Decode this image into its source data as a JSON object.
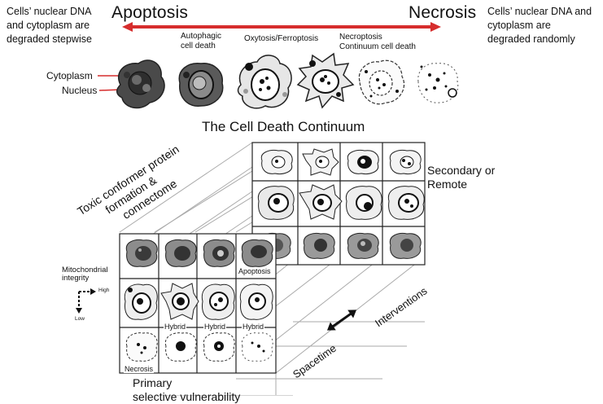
{
  "header": {
    "left_note": [
      "Cells’ nuclear DNA",
      "and cytoplasm are",
      "degraded stepwise"
    ],
    "right_note": [
      "Cells’ nuclear DNA and",
      "cytoplasm are",
      "degraded randomly"
    ],
    "apoptosis": "Apoptosis",
    "necrosis": "Necrosis"
  },
  "stages": {
    "autophagic": [
      "Autophagic",
      "cell death"
    ],
    "oxytosis": "Oxytosis/Ferroptosis",
    "necroptosis": [
      "Necroptosis",
      "Continuum cell death"
    ]
  },
  "cell_labels": {
    "cytoplasm": "Cytoplasm",
    "nucleus": "Nucleus"
  },
  "title": "The Cell Death Continuum",
  "axes": {
    "toxic": [
      "Toxic conformer protein",
      "formation &",
      "connectome"
    ],
    "secondary": [
      "Secondary or",
      "Remote"
    ],
    "primary": [
      "Primary",
      "selective vulnerability"
    ],
    "spacetime": "Spacetime",
    "interventions": "Interventions",
    "mito": [
      "Mitochondrial",
      "integrity"
    ],
    "high": "High",
    "low": "Low"
  },
  "grid_labels": {
    "apoptosis": "Apoptosis",
    "hybrid": "Hybrid",
    "necrosis": "Necrosis"
  },
  "colors": {
    "arrow": "#d62d2d",
    "cell_dark": "#555555",
    "cell_light": "#cccccc"
  }
}
